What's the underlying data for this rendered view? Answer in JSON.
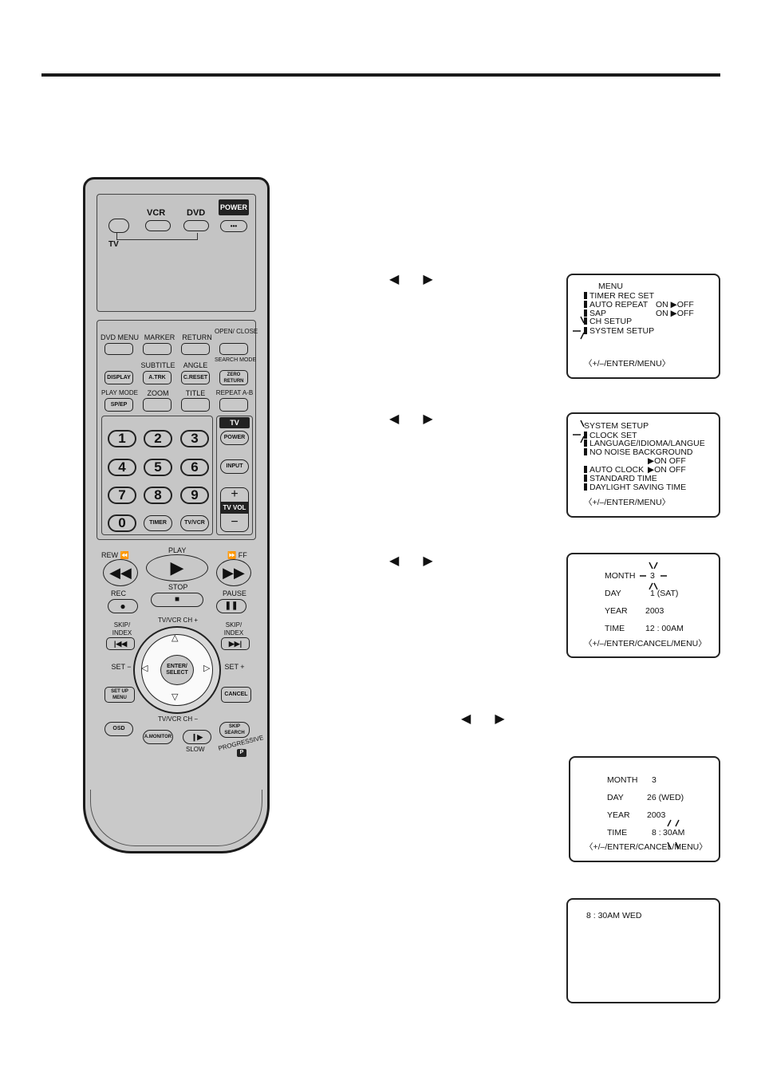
{
  "remote": {
    "vcr": "VCR",
    "dvd": "DVD",
    "power": "POWER",
    "tv_switch": "TV",
    "row1": [
      "DVD MENU",
      "MARKER",
      "RETURN",
      "OPEN/ CLOSE"
    ],
    "row2_labels": [
      "SUBTITLE",
      "ANGLE",
      "SEARCH MODE"
    ],
    "row2_buttons": [
      "DISPLAY",
      "A.TRK",
      "C.RESET",
      "ZERO RETURN"
    ],
    "row3_labels": [
      "PLAY MODE",
      "ZOOM",
      "TITLE",
      "REPEAT A-B"
    ],
    "row3_button": "SP/EP",
    "numbers": [
      "1",
      "2",
      "3",
      "4",
      "5",
      "6",
      "7",
      "8",
      "9",
      "0"
    ],
    "timer": "TIMER",
    "tvvcr": "TV/VCR",
    "tv_box": "TV",
    "tv_power": "POWER",
    "input": "INPUT",
    "tv_vol": "TV VOL",
    "vol_plus": "+",
    "vol_minus": "−",
    "rew": "REW",
    "play": "PLAY",
    "ff": "FF",
    "rec": "REC",
    "stop": "STOP",
    "pause": "PAUSE",
    "skip_index": "SKIP/ INDEX",
    "ch_plus": "TV/VCR CH +",
    "ch_minus": "TV/VCR CH −",
    "set_minus": "SET −",
    "set_plus": "SET +",
    "enter": "ENTER/ SELECT",
    "setup_menu": "SET UP MENU",
    "cancel": "CANCEL",
    "osd": "OSD",
    "amonitor": "A.MONITOR",
    "skip_search": "SKIP SEARCH",
    "slow": "SLOW",
    "progressive": "PROGRESSIVE",
    "p_badge": "P"
  },
  "arrows": {
    "left": "◀",
    "right": "▶"
  },
  "screen1": {
    "title": "MENU",
    "items": [
      "TIMER REC SET",
      "AUTO REPEAT",
      "SAP",
      "CH SETUP",
      "SYSTEM SETUP"
    ],
    "auto_repeat_value": "ON ▶OFF",
    "sap_value": "ON ▶OFF",
    "footer": "〈+/–/ENTER/MENU〉"
  },
  "screen2": {
    "title": "SYSTEM SETUP",
    "items": [
      "CLOCK SET",
      "LANGUAGE/IDIOMA/LANGUE",
      "NO NOISE BACKGROUND",
      "AUTO CLOCK",
      "STANDARD TIME",
      "DAYLIGHT SAVING TIME"
    ],
    "nnb_value": "▶ON   OFF",
    "ac_value": "▶ON   OFF",
    "footer": "〈+/–/ENTER/MENU〉"
  },
  "screen3": {
    "month_label": "MONTH",
    "month": "3",
    "day_label": "DAY",
    "day": "1 (SAT)",
    "year_label": "YEAR",
    "year": "2003",
    "time_label": "TIME",
    "time": "12 : 00AM",
    "footer": "〈+/–/ENTER/CANCEL/MENU〉"
  },
  "screen4": {
    "month_label": "MONTH",
    "month": "3",
    "day_label": "DAY",
    "day": "26 (WED)",
    "year_label": "YEAR",
    "year": "2003",
    "time_label": "TIME",
    "time_hour": "8 :",
    "time_min": "30AM",
    "footer": "〈+/–/ENTER/CANCEL/MENU〉"
  },
  "screen5": {
    "clock": "8 : 30AM  WED"
  }
}
